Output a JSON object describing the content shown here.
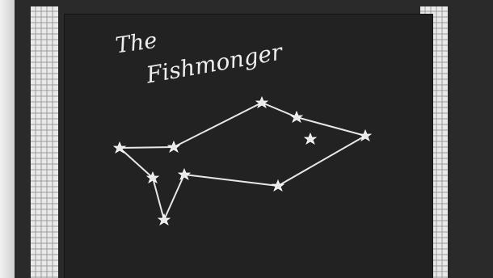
{
  "title": {
    "line1": "The",
    "line2": "Fishmonger"
  },
  "colors": {
    "board": "#222222",
    "chalk": "#e8e8e8",
    "mat": "#2a2a2a",
    "ruler": "#f0f0f0"
  },
  "icons": {
    "star": "star-icon",
    "constellation-line": "chalk-line"
  }
}
